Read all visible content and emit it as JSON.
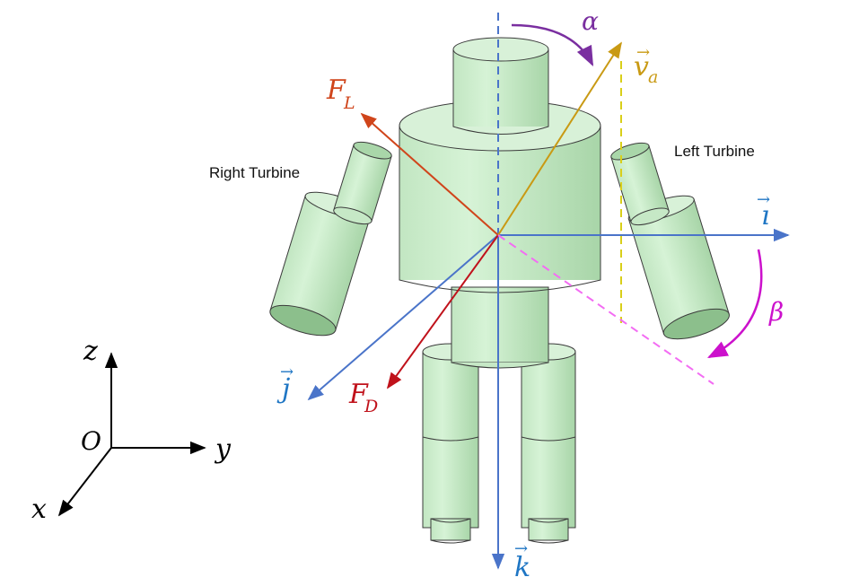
{
  "labels": {
    "right_turbine": "Right Turbine",
    "left_turbine": "Left Turbine"
  },
  "symbols": {
    "alpha": "α",
    "beta": "β",
    "F_L": {
      "base": "F",
      "sub": "L"
    },
    "F_D": {
      "base": "F",
      "sub": "D"
    },
    "v_a": {
      "base": "v",
      "sub": "a",
      "arrow": "→"
    },
    "i": {
      "base": "ı",
      "arrow": "→"
    },
    "j": {
      "base": "j",
      "arrow": "→"
    },
    "k": {
      "base": "k",
      "arrow": "→"
    }
  },
  "frame_axes": {
    "z": "z",
    "y": "y",
    "x": "x",
    "origin": "O"
  },
  "colors": {
    "body_fill": "#cfeecf",
    "body_shade": "#a9d6a9",
    "body_dark": "#8cbf8c",
    "axis_blue": "#4a74c9",
    "unit_label_blue": "#1f76c4",
    "lift_orange": "#d0451b",
    "drag_red": "#c0121b",
    "airflow_gold": "#c99a14",
    "dashed_yellow": "#d9cf1a",
    "alpha_purple": "#7a2fa0",
    "beta_magenta": "#cc11cc",
    "beta_dashed_pink": "#f36cf3",
    "frame_black": "#000000"
  }
}
